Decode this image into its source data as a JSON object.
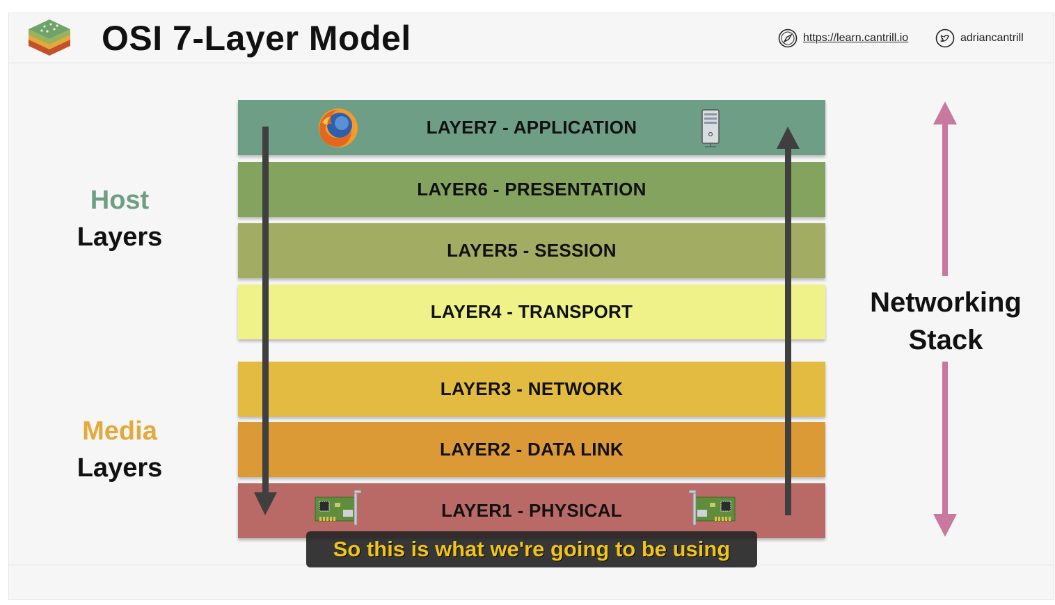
{
  "header": {
    "title": "OSI 7-Layer Model",
    "website": "https://learn.cantrill.io",
    "twitter": "adriancantrill",
    "icons": [
      "layers-logo-icon",
      "compass-icon",
      "twitter-bird-icon"
    ]
  },
  "side_labels": {
    "host": {
      "line1": "Host",
      "line2": "Layers",
      "color": "#6e9f85"
    },
    "media": {
      "line1": "Media",
      "line2": "Layers",
      "color": "#e3a93a"
    }
  },
  "layers": [
    {
      "label": "LAYER7 - APPLICATION",
      "color": "#6f9e86"
    },
    {
      "label": "LAYER6 - PRESENTATION",
      "color": "#84a35f"
    },
    {
      "label": "LAYER5 - SESSION",
      "color": "#a2ad63"
    },
    {
      "label": "LAYER4 - TRANSPORT",
      "color": "#eff288"
    },
    {
      "label": "LAYER3 - NETWORK",
      "color": "#e3bb41"
    },
    {
      "label": "LAYER2 - DATA LINK",
      "color": "#dc9a37"
    },
    {
      "label": "LAYER1 - PHYSICAL",
      "color": "#b96a66"
    }
  ],
  "stack_label": {
    "line1": "Networking",
    "line2": "Stack",
    "arrow_color": "#c9789f"
  },
  "icons": {
    "application_left": "firefox-browser-icon",
    "application_right": "server-icon",
    "physical_left": "network-card-icon",
    "physical_right": "network-card-icon"
  },
  "arrows": {
    "down_arrow_color": "#3f3f3f",
    "up_arrow_color": "#3f3f3f"
  },
  "caption": "So this is what we're going to be using"
}
